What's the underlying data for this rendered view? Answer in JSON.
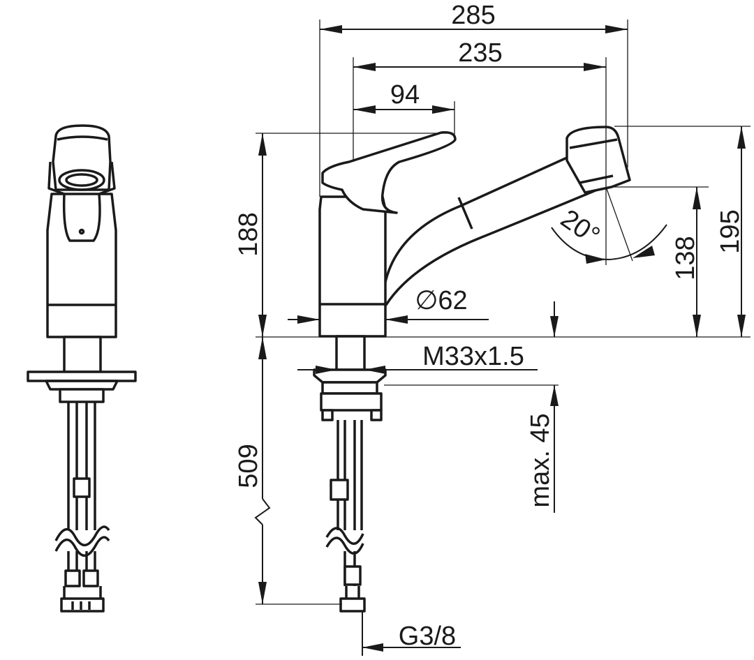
{
  "drawing": {
    "dimensions": {
      "overall_reach": "285",
      "spout_reach": "235",
      "lever_offset": "94",
      "overall_height": "188",
      "spray_height": "195",
      "outlet_height": "138",
      "swivel_angle": "20°",
      "base_diameter": "∅62",
      "thread": "M33x1.5",
      "max_deck_thickness": "max. 45",
      "hose_length": "509",
      "connection": "G3/8"
    }
  }
}
